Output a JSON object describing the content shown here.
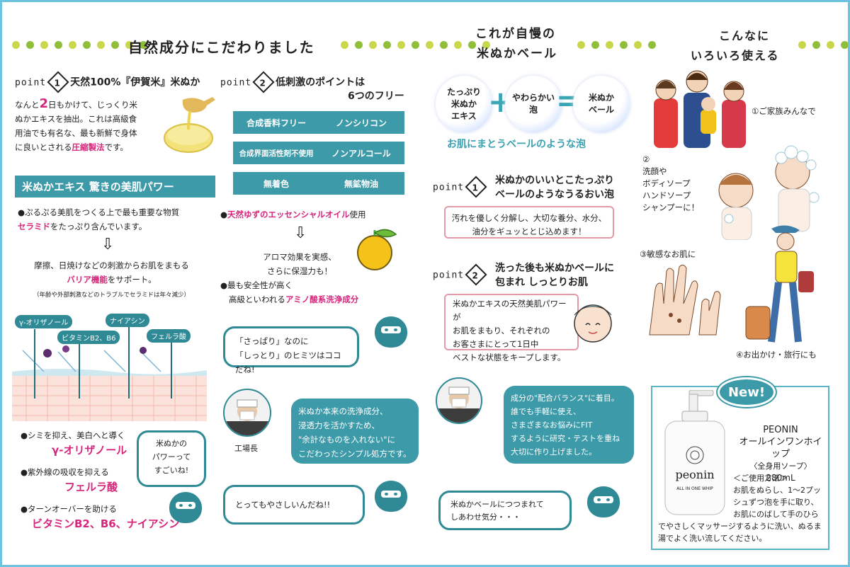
{
  "col1": {
    "heading": "自然成分にこだわりました",
    "point1": {
      "label": "point",
      "num": "1",
      "title": "天然100%『伊賀米』米ぬか",
      "text_pre": "なんと",
      "text_num": "2",
      "text_1": "日もかけて、じっくり米",
      "text_2": "ぬかエキスを抽出。これは高級食",
      "text_3": "用油でも有名な、最も新鮮で身体",
      "text_4": "に良いとされる",
      "text_pink": "圧縮製法",
      "text_5": "です。"
    },
    "bar_title": "米ぬかエキス 驚きの美肌パワー",
    "bullet1_1": "●ぷるぷる美肌をつくる上で最も重要な物質",
    "bullet1_pink": "セラミド",
    "bullet1_2": "をたっぷり含んでいます。",
    "arrow": "⇩",
    "protect_1": "摩擦、日焼けなどの刺激からお肌をまもる",
    "protect_pink": "バリア機能",
    "protect_2": "をサポート。",
    "note": "（年齢や外部刺激などのトラブルでセラミドは年々減少）",
    "labels": {
      "a": "γ-オリザノール",
      "b": "ビタミンB2、B6",
      "c": "ナイアシン",
      "d": "フェルラ酸"
    },
    "list": [
      {
        "text": "●シミを抑え、美白へと導く",
        "pink": "γ-オリザノール"
      },
      {
        "text": "●紫外線の吸収を抑える",
        "pink": "フェルラ酸"
      },
      {
        "text": "●ターンオーバーを助ける",
        "pink": "ビタミンB2、B6、ナイアシン"
      }
    ],
    "bubble": {
      "l1": "米ぬかの",
      "l2": "パワーって",
      "l3": "すごいね!"
    }
  },
  "col2": {
    "point2": {
      "label": "point",
      "num": "2",
      "title_1": "低刺激のポイントは",
      "title_2": "6つのフリー"
    },
    "free": [
      "合成香料フリー",
      "ノンシリコン",
      "合成界面活性剤不使用",
      "ノンアルコール",
      "無着色",
      "無鉱物油"
    ],
    "yuzu_pink": "天然ゆずのエッセンシャルオイル",
    "yuzu_end": "使用",
    "arrow": "⇩",
    "aroma_1": "アロマ効果を実感、",
    "aroma_2": "さらに保湿力も！",
    "safe_1": "●最も安全性が高く",
    "safe_2": "高級といわれる",
    "safe_pink": "アミノ酸系洗浄成分",
    "bubble1": {
      "l1": "「さっぱり」なのに",
      "l2": "「しっとり」のヒミツはココだね!"
    },
    "factory_label": "工場長",
    "bubble2": {
      "l1": "米ぬか本来の洗浄成分、",
      "l2": "浸透力を活かすため、",
      "l3": "\"余計なものを入れない\"に",
      "l4": "こだわったシンプル処方です。"
    },
    "bubble3": "とってもやさしいんだね!!"
  },
  "col3": {
    "heading_1": "これが自慢の",
    "heading_2": "米ぬかベール",
    "circle1": {
      "l1": "たっぷり",
      "l2": "米ぬか",
      "l3": "エキス"
    },
    "plus": "+",
    "circle2": {
      "l1": "やわらかい",
      "l2": "泡"
    },
    "equals": "=",
    "circle3": {
      "l1": "米ぬか",
      "l2": "ベール"
    },
    "tagline": "お肌にまとうベールのような泡",
    "point1": {
      "label": "point",
      "num": "1",
      "title_1": "米ぬかのいいとこたっぷり",
      "title_2": "ベールのようなうるおい泡"
    },
    "box1": {
      "l1": "汚れを優しく分解し、大切な養分、水分、",
      "l2": "油分をギュッととじ込めます！"
    },
    "point2": {
      "label": "point",
      "num": "2",
      "title_1": "洗った後も米ぬかベールに",
      "title_2": "包まれ しっとりお肌"
    },
    "box2": {
      "l1": "米ぬかエキスの天然美肌パワーが",
      "l2": "お肌をまもり、それぞれの",
      "l3": "お客さまにとって1日中",
      "l4": "ベストな状態をキープします。"
    },
    "bubble1": {
      "l1": "成分の\"配合バランス\"に着目。",
      "l2": "誰でも手軽に使え、",
      "l3": "さまざまなお悩みにFIT",
      "l4": "するように研究・テストを重ね",
      "l5": "大切に作り上げました。"
    },
    "bubble2": {
      "l1": "米ぬかベールにつつまれて",
      "l2": "しあわせ気分・・・"
    }
  },
  "col4": {
    "heading_1": "こんなに",
    "heading_2": "いろいろ使える",
    "use1": "①ご家族みんなで",
    "use2": {
      "l1": "②",
      "l2": "洗顔や",
      "l3": "ボディソープ",
      "l4": "ハンドソープ",
      "l5": "シャンプーに！"
    },
    "use3": "③敏感なお肌に",
    "use4": "④お出かけ・旅行にも",
    "new_badge": "New!",
    "product": {
      "brand": "PEONIN",
      "name": "オールインワンホイップ",
      "sub": "〈全身用ソープ〉",
      "volume": "280mL",
      "howto_title": "＜ご使用方法＞",
      "howto_1": "お肌をぬらし、1〜2プッ",
      "howto_2": "シュずつ泡を手に取り、",
      "howto_3": "お肌にのばして手のひら",
      "howto_4": "でやさしくマッサージするように洗い、ぬるま",
      "howto_5": "湯でよく洗い流してください。",
      "bottle_label": "peonin",
      "bottle_sub": "ALL IN ONE WHIP"
    }
  },
  "colors": {
    "teal": "#3d9aa8",
    "pink": "#d6267b",
    "frame": "#6ec3e0",
    "dot_light": "#c8d84a",
    "dot_dark": "#8fbf3a"
  }
}
